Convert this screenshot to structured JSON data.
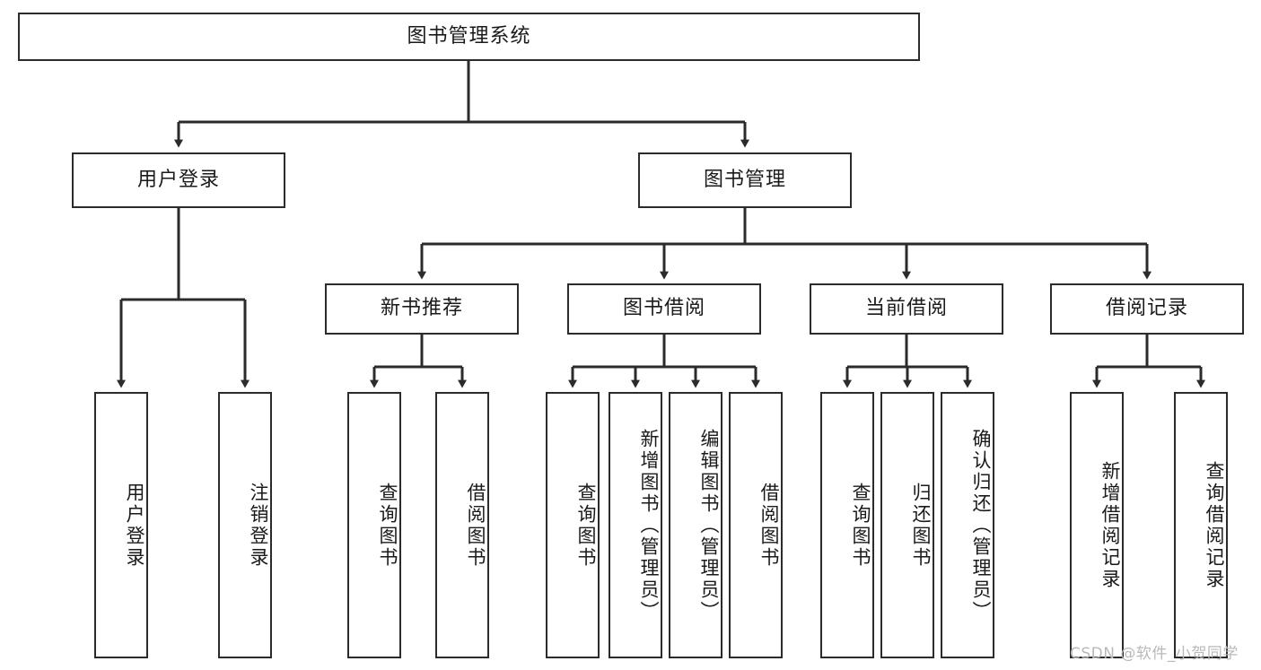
{
  "diagram": {
    "type": "hierarchy-tree",
    "title": "图书管理系统",
    "watermark": "CSDN @软件_小贺同学",
    "colors": {
      "box_border": "#2b2b2b",
      "box_fill": "#ffffff",
      "edge": "#2b2b2b",
      "text": "#1a1a1a",
      "watermark": "#b9b9b9"
    },
    "levels": {
      "level1": [
        {
          "id": "root",
          "label": "图书管理系统",
          "orientation": "horizontal"
        }
      ],
      "level2": [
        {
          "id": "login",
          "label": "用户登录",
          "orientation": "horizontal"
        },
        {
          "id": "bookmgmt",
          "label": "图书管理",
          "orientation": "horizontal"
        }
      ],
      "level3": [
        {
          "id": "newbook",
          "label": "新书推荐",
          "orientation": "horizontal"
        },
        {
          "id": "borrow",
          "label": "图书借阅",
          "orientation": "horizontal"
        },
        {
          "id": "current",
          "label": "当前借阅",
          "orientation": "horizontal"
        },
        {
          "id": "records",
          "label": "借阅记录",
          "orientation": "horizontal"
        }
      ],
      "level4": [
        {
          "id": "leaf1",
          "label": "用户登录",
          "orientation": "vertical",
          "parent": "login"
        },
        {
          "id": "leaf2",
          "label": "注销登录",
          "orientation": "vertical",
          "parent": "login"
        },
        {
          "id": "leaf3",
          "label": "查询图书",
          "orientation": "vertical",
          "parent": "newbook"
        },
        {
          "id": "leaf4",
          "label": "借阅图书",
          "orientation": "vertical",
          "parent": "newbook"
        },
        {
          "id": "leaf5",
          "label": "查询图书",
          "orientation": "vertical",
          "parent": "borrow"
        },
        {
          "id": "leaf6",
          "label": "新增图书（管理员）",
          "orientation": "vertical",
          "parent": "borrow"
        },
        {
          "id": "leaf7",
          "label": "编辑图书（管理员）",
          "orientation": "vertical",
          "parent": "borrow"
        },
        {
          "id": "leaf8",
          "label": "借阅图书",
          "orientation": "vertical",
          "parent": "borrow"
        },
        {
          "id": "leaf9",
          "label": "查询图书",
          "orientation": "vertical",
          "parent": "current"
        },
        {
          "id": "leaf10",
          "label": "归还图书",
          "orientation": "vertical",
          "parent": "current"
        },
        {
          "id": "leaf11",
          "label": "确认归还（管理员）",
          "orientation": "vertical",
          "parent": "current"
        },
        {
          "id": "leaf12",
          "label": "新增借阅记录",
          "orientation": "vertical",
          "parent": "records"
        },
        {
          "id": "leaf13",
          "label": "查询借阅记录",
          "orientation": "vertical",
          "parent": "records"
        }
      ]
    }
  }
}
